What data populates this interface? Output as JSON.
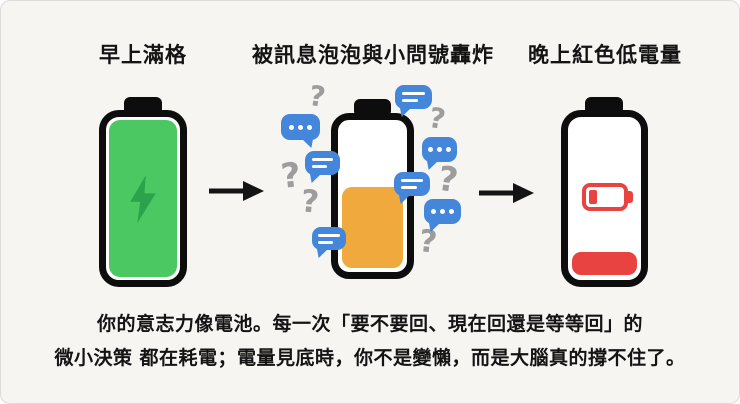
{
  "headings": [
    {
      "label": "早上滿格"
    },
    {
      "label": "被訊息泡泡與小問號轟炸"
    },
    {
      "label": "晚上紅色低電量"
    }
  ],
  "caption": {
    "line1": "你的意志力像電池。每一次「要不要回、現在回還是等等回」的",
    "line2": "微小決策 都在耗電；電量見底時，你不是變懶，而是大腦真的撐不住了。"
  },
  "icons": {
    "question_mark": "?",
    "lightning": "lightning-bolt-shape",
    "chat_bubble_lines": "speech-bubble-with-text-lines",
    "chat_bubble_dots": "speech-bubble-with-typing-dots",
    "arrow": "right-arrow-shape",
    "low_battery": "horizontal-low-battery-glyph"
  },
  "colors": {
    "canvas-bg": "#f6f5f2",
    "ink": "#141414",
    "battery-outline": "#0d0d0d",
    "battery-green": "#4cc862",
    "lightning-green": "#2ba24c",
    "battery-orange": "#f0a93c",
    "bubble-blue": "#4486da",
    "qmark-gray": "#9d9d9d",
    "battery-red": "#e84340"
  }
}
